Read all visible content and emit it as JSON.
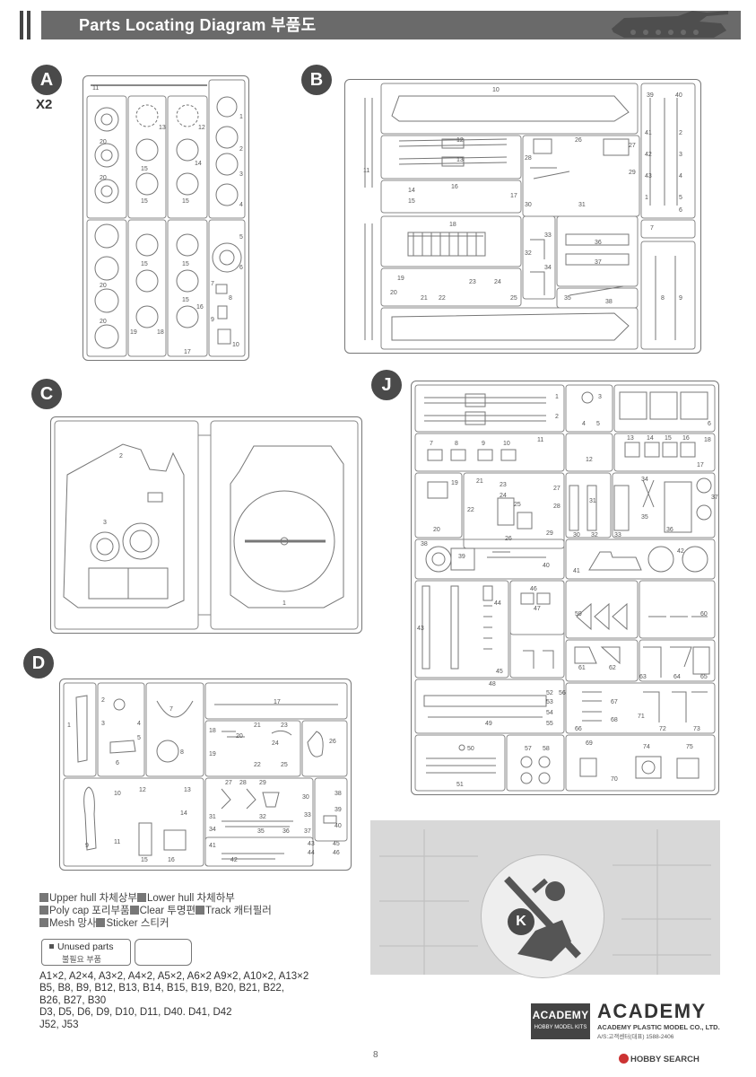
{
  "header": {
    "title": "Parts Locating Diagram 부품도"
  },
  "sections": {
    "A": {
      "letter": "A",
      "qty": "X2"
    },
    "B": {
      "letter": "B"
    },
    "C": {
      "letter": "C"
    },
    "D": {
      "letter": "D"
    },
    "J": {
      "letter": "J"
    },
    "K": {
      "letter": "K"
    }
  },
  "sprue_numbers": {
    "A": [
      "11",
      "13",
      "12",
      "20",
      "15",
      "14",
      "20",
      "1",
      "15",
      "2",
      "15",
      "3",
      "4",
      "5",
      "6",
      "7",
      "8",
      "16",
      "9",
      "17",
      "10",
      "18",
      "19",
      "20",
      "20",
      "15",
      "15",
      "15"
    ],
    "B": [
      "10",
      "12",
      "13",
      "11",
      "14",
      "15",
      "16",
      "17",
      "18",
      "19",
      "20",
      "21",
      "22",
      "23",
      "24",
      "25",
      "26",
      "27",
      "28",
      "29",
      "30",
      "31",
      "32",
      "33",
      "34",
      "35",
      "36",
      "37",
      "38",
      "39",
      "40",
      "41",
      "42",
      "43",
      "1",
      "2",
      "3",
      "4",
      "5",
      "6",
      "7",
      "8",
      "9"
    ],
    "C": [
      "2",
      "3",
      "1"
    ],
    "D": [
      "1",
      "2",
      "3",
      "4",
      "5",
      "6",
      "7",
      "8",
      "9",
      "10",
      "11",
      "12",
      "13",
      "14",
      "15",
      "16",
      "17",
      "18",
      "19",
      "20",
      "21",
      "22",
      "23",
      "24",
      "25",
      "26",
      "27",
      "28",
      "29",
      "30",
      "31",
      "32",
      "33",
      "34",
      "35",
      "36",
      "37",
      "38",
      "39",
      "40",
      "41",
      "42",
      "43",
      "44",
      "45",
      "46"
    ],
    "J": [
      "1",
      "2",
      "3",
      "4",
      "5",
      "6",
      "7",
      "8",
      "9",
      "10",
      "11",
      "12",
      "13",
      "14",
      "15",
      "16",
      "17",
      "18",
      "19",
      "20",
      "21",
      "22",
      "23",
      "24",
      "25",
      "26",
      "27",
      "28",
      "29",
      "30",
      "31",
      "32",
      "33",
      "34",
      "35",
      "36",
      "37",
      "38",
      "39",
      "40",
      "41",
      "42",
      "43",
      "44",
      "45",
      "46",
      "47",
      "48",
      "49",
      "50",
      "51",
      "52",
      "53",
      "54",
      "55",
      "56",
      "57",
      "58",
      "59",
      "60",
      "61",
      "62",
      "63",
      "64",
      "65",
      "66",
      "67",
      "68",
      "69",
      "70",
      "71",
      "72",
      "73",
      "74",
      "75"
    ]
  },
  "legend": {
    "line1": "Upper hull 차체상부",
    "line1b": "Lower hull 차체하부",
    "line2": "Poly cap 포리부품",
    "line2b": "Clear 투명편",
    "line2c": "Track 캐터필러",
    "line3": "Mesh 망사",
    "line3b": "Sticker 스티커"
  },
  "unused": {
    "label_en": "Unused parts",
    "label_ko": "불필요 부품",
    "lines": [
      "A1×2, A2×4, A3×2, A4×2, A5×2, A6×2 A9×2, A10×2, A13×2",
      "B5, B8, B9, B12, B13, B14, B15, B19, B20, B21, B22,",
      "B26, B27, B30",
      "D3, D5, D6, D9, D10, D11, D40. D41, D42",
      "J52, J53"
    ]
  },
  "logos": {
    "academy_hobby": "ACADEMY",
    "academy_hobby_sub": "HOBBY MODEL KITS",
    "academy_main": "ACADEMY",
    "company": "ACADEMY PLASTIC MODEL CO., LTD.",
    "as_line": "A/S:고객센터(대표) 1588-2406"
  },
  "page_number": "8",
  "watermark": "HOBBY SEARCH",
  "colors": {
    "header_band": "#6a6a6a",
    "section_badge": "#4a4a4a",
    "frame_line": "#777777",
    "k_panel": "#d8d8d8"
  }
}
